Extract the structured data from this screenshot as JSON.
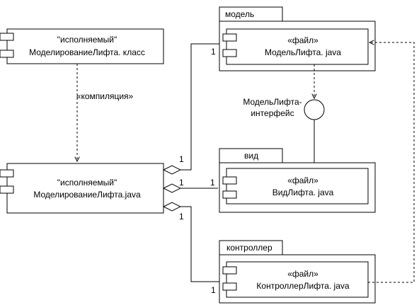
{
  "components": {
    "exec_class": {
      "line1": "\"исполняемый\"",
      "line2": "МоделированиеЛифта. класс"
    },
    "exec_java": {
      "line1": "\"исполняемый\"",
      "line2": "МоделированиеЛифта.java"
    },
    "model_file": {
      "line1": "«файл»",
      "line2": "МодельЛифта. java"
    },
    "view_file": {
      "line1": "«файл»",
      "line2": "ВидЛифта. java"
    },
    "controller_file": {
      "line1": "«файл»",
      "line2": "КонтроллерЛифта. java"
    }
  },
  "packages": {
    "model": "модель",
    "view": "вид",
    "controller": "контроллер"
  },
  "interface": {
    "line1": "МодельЛифта-",
    "line2": "интерфейс"
  },
  "dependency_label": "«компиляция»",
  "multiplicities": {
    "model_near": "1",
    "model_far": "1",
    "view_near": "1",
    "view_far": "1",
    "controller_near": "1",
    "controller_far": "1"
  }
}
